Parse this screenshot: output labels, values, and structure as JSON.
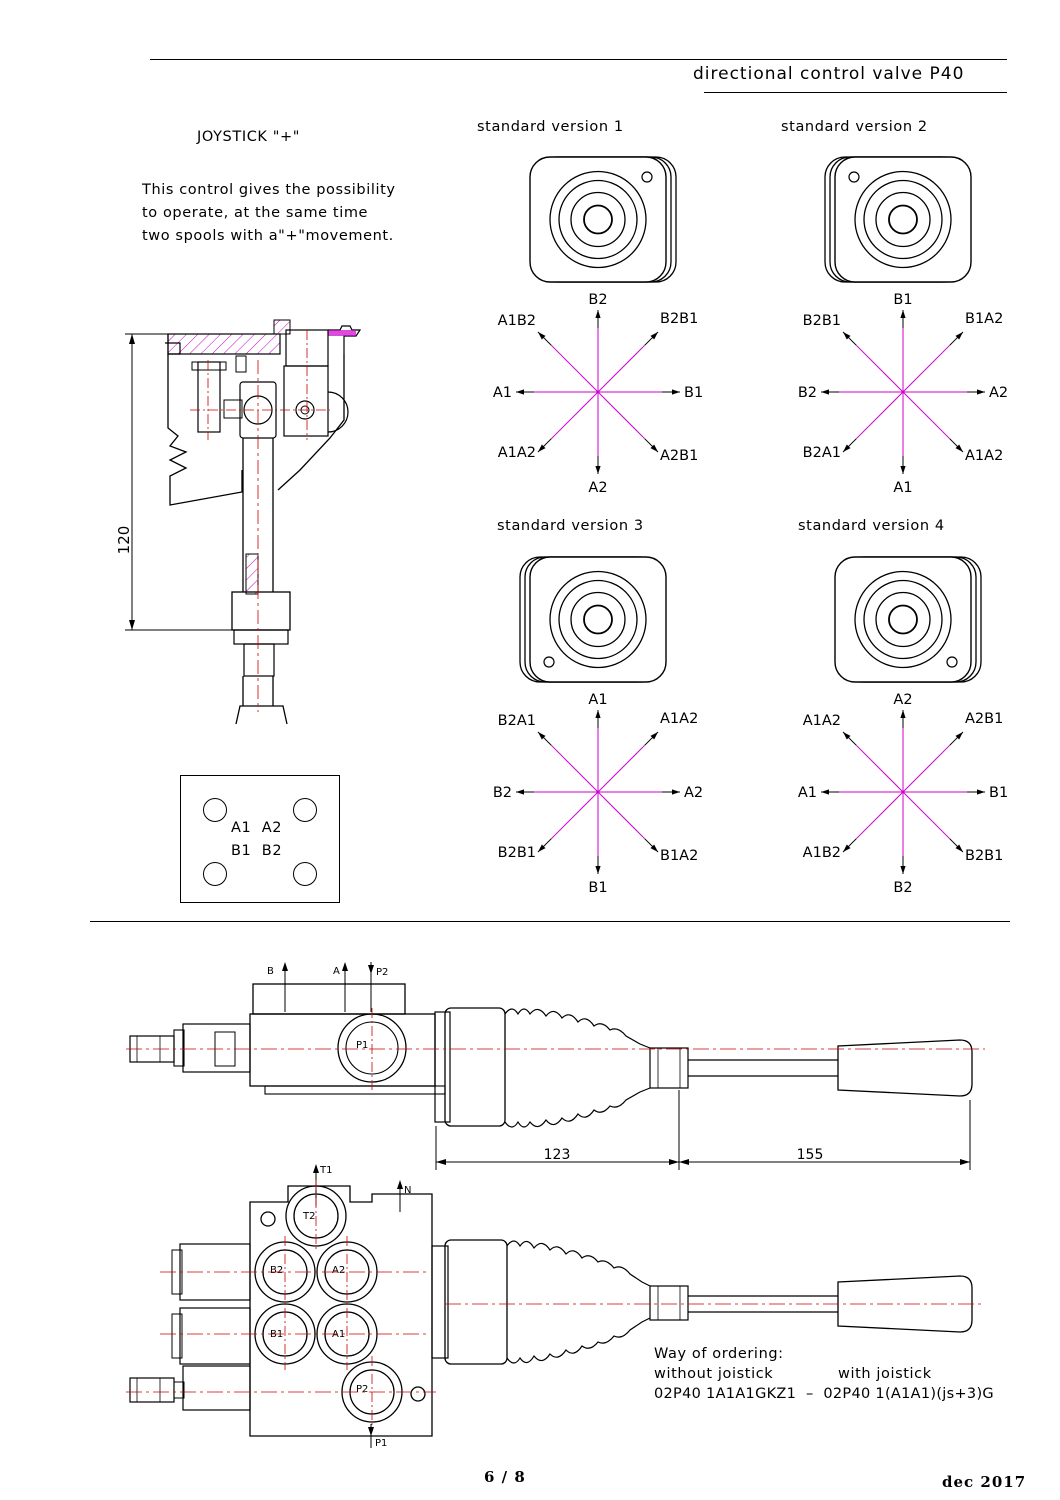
{
  "header": {
    "title": "directional control valve P40"
  },
  "joystick": {
    "heading": "JOYSTICK \"+\"",
    "description": [
      "This control gives the possibility",
      "to operate, at the same time",
      "two spools with a\"+\"movement."
    ],
    "dimension_height": "120"
  },
  "ports_plate": {
    "row1": "A1  A2",
    "row2": "B1  B2"
  },
  "versions": [
    {
      "label": "standard version 1",
      "hole": "top-right",
      "dirs": {
        "up": "B2",
        "down": "A2",
        "left": "A1",
        "right": "B1",
        "ul": "A1B2",
        "ur": "B2B1",
        "dl": "A1A2",
        "dr": "A2B1"
      }
    },
    {
      "label": "standard version 2",
      "hole": "top-left",
      "dirs": {
        "up": "B1",
        "down": "A1",
        "left": "B2",
        "right": "A2",
        "ul": "B2B1",
        "ur": "B1A2",
        "dl": "B2A1",
        "dr": "A1A2"
      }
    },
    {
      "label": "standard version 3",
      "hole": "bottom-left",
      "dirs": {
        "up": "A1",
        "down": "B1",
        "left": "B2",
        "right": "A2",
        "ul": "B2A1",
        "ur": "A1A2",
        "dl": "B2B1",
        "dr": "B1A2"
      }
    },
    {
      "label": "standard version 4",
      "hole": "bottom-right",
      "dirs": {
        "up": "A2",
        "down": "B2",
        "left": "A1",
        "right": "B1",
        "ul": "A1A2",
        "ur": "A2B1",
        "dl": "A1B2",
        "dr": "B2B1"
      }
    }
  ],
  "valve_side": {
    "port_b": "B",
    "port_a": "A",
    "port_p2": "P2",
    "port_p1": "P1",
    "dim_body": "123",
    "dim_lever": "155"
  },
  "valve_top": {
    "ports": {
      "t1": "T1",
      "n": "N",
      "t2": "T2",
      "b2": "B2",
      "a2": "A2",
      "b1": "B1",
      "a1": "A1",
      "p2": "P2",
      "p1": "P1"
    }
  },
  "ordering": {
    "title": "Way of ordering:",
    "without_label": "without joistick",
    "with_label": "with joistick",
    "codes": "02P40 1A1A1GKZ1  –  02P40 1(A1A1)(js+3)G"
  },
  "footer": {
    "page": "6 / 8",
    "date": "dec 2017"
  },
  "colors": {
    "line": "#000000",
    "center_line": "#cc0000",
    "direction": "#cc00cc"
  }
}
